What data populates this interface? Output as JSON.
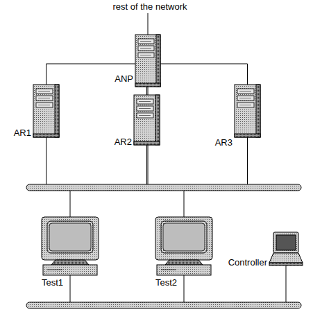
{
  "diagram": {
    "nodes": [
      {
        "text": [
          "ANP"
        ]
      },
      {
        "text": [
          "AR1"
        ]
      },
      {
        "text": [
          "AR2"
        ]
      },
      {
        "text": [
          "AR3"
        ]
      },
      {
        "text": [
          "Test1"
        ]
      },
      {
        "text": [
          "Test2"
        ]
      },
      {
        "text": [
          "Controller"
        ]
      }
    ],
    "edges": [
      {
        "from": 0,
        "to": 1,
        "arrow": "none"
      },
      {
        "from": 0,
        "to": 2,
        "arrow": "none"
      },
      {
        "from": 0,
        "to": 3,
        "arrow": "none"
      }
    ],
    "labels": [
      "rest of the network"
    ]
  }
}
